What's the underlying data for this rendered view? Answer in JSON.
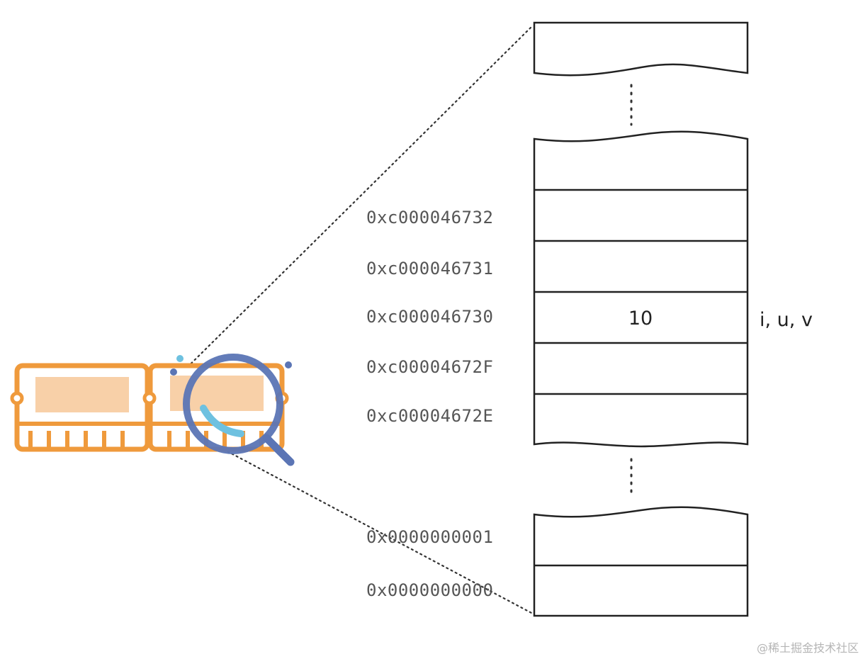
{
  "memory": {
    "addresses": [
      "0xc000046732",
      "0xc000046731",
      "0xc000046730",
      "0xc00004672F",
      "0xc00004672E",
      "0x0000000001",
      "0x0000000000"
    ],
    "highlight_value": "10",
    "variables_label": "i, u, v"
  },
  "watermark": "@稀土掘金技术社区",
  "colors": {
    "ram_orange": "#EF9A3C",
    "ram_chip_fill": "#F8D0A8",
    "magnifier_blue": "#5B75B5",
    "magnifier_glare": "#6EC1E0",
    "line": "#222222"
  },
  "icons": {
    "ram": "ram-module-icon",
    "magnifier": "magnifier-icon"
  }
}
